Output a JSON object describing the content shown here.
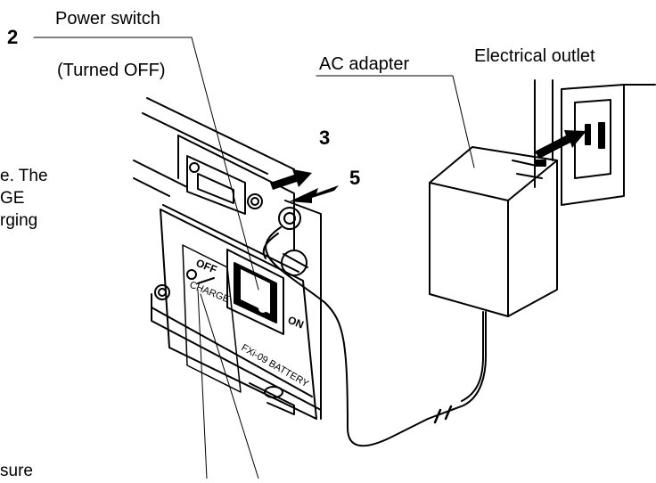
{
  "step_numbers": {
    "power": "2",
    "unplug": "3",
    "plug": "5"
  },
  "labels": {
    "power_switch": "Power switch",
    "turned_off": "(Turned OFF)",
    "ac_adapter": "AC adapter",
    "electrical_outlet": "Electrical outlet"
  },
  "cropped_text": {
    "line1": "e. The",
    "line2": "GE",
    "line3": "rging",
    "line4": "sure"
  },
  "panel_markings": {
    "off": "OFF",
    "charge": "CHARGE",
    "on": "ON",
    "battery": "FXi-09 BATTERY"
  }
}
